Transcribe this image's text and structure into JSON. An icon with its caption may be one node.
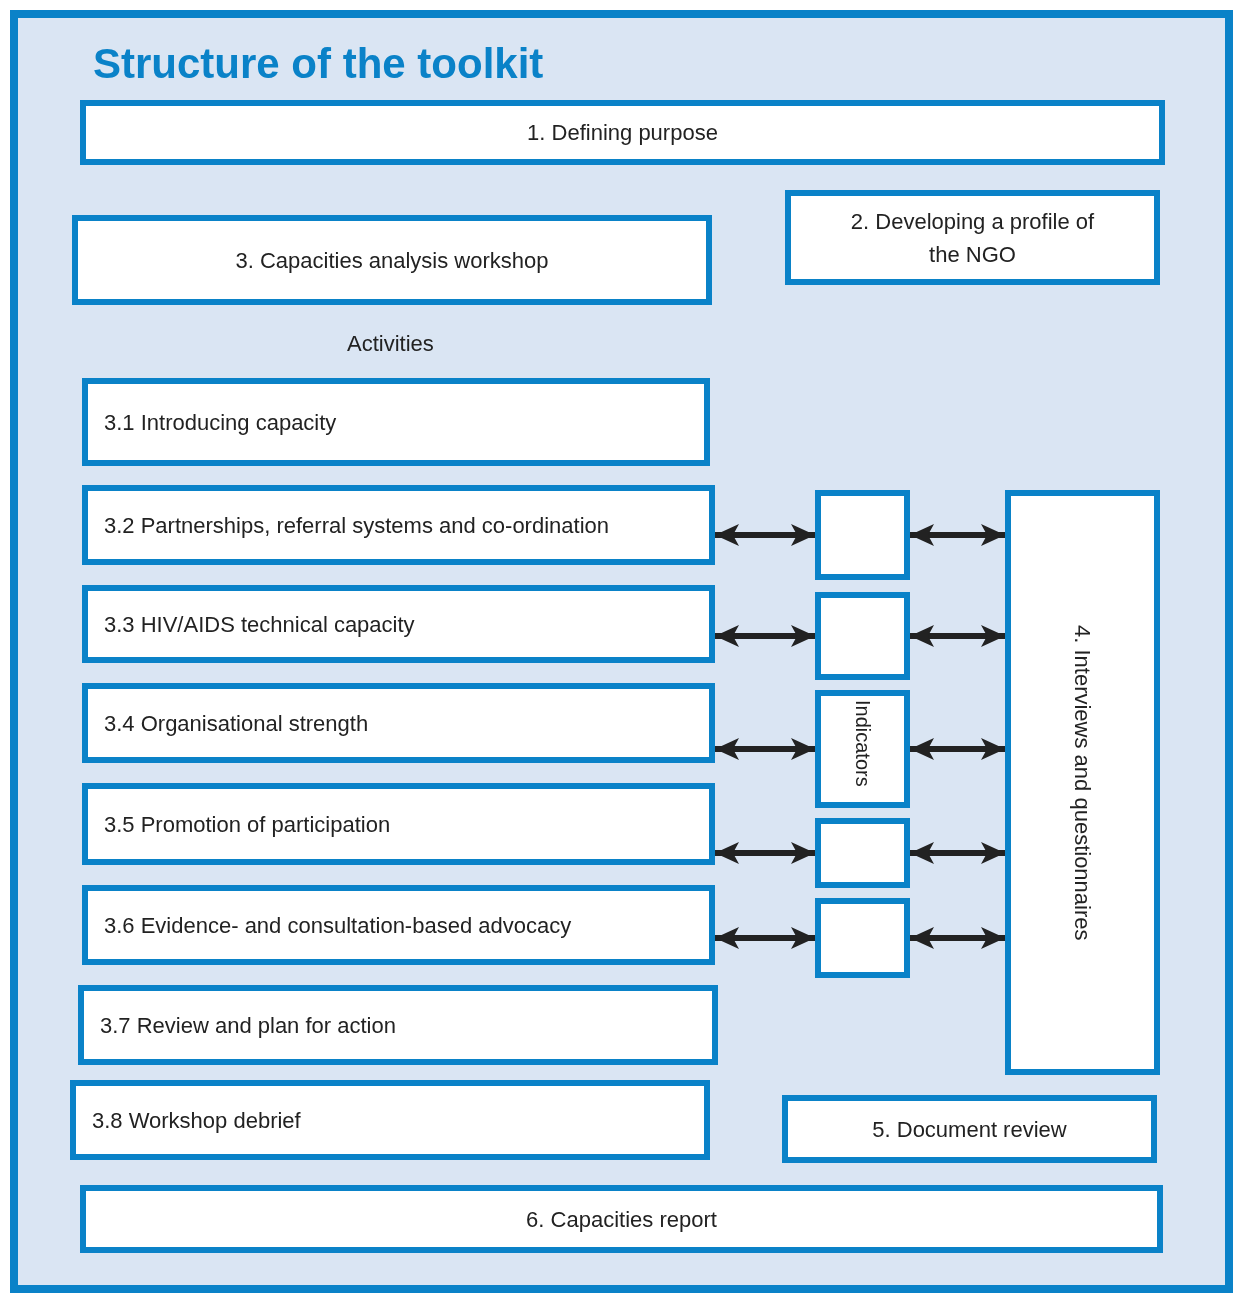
{
  "diagram": {
    "title": "Structure of the toolkit",
    "nodes": [
      {
        "text": [
          "1. Defining purpose"
        ]
      },
      {
        "text": [
          "2. Developing a profile of the NGO"
        ]
      },
      {
        "text": [
          "3. Capacities analysis workshop"
        ]
      },
      {
        "text": [
          "3.1 Introducing capacity"
        ]
      },
      {
        "text": [
          "3.2 Partnerships, referral systems and co-ordination"
        ]
      },
      {
        "text": [
          "3.3 HIV/AIDS technical capacity"
        ]
      },
      {
        "text": [
          "3.4 Organisational strength"
        ]
      },
      {
        "text": [
          "3.5 Promotion of participation"
        ]
      },
      {
        "text": [
          "3.6 Evidence- and consultation-based advocacy"
        ]
      },
      {
        "text": [
          "3.7 Review and plan for action"
        ]
      },
      {
        "text": [
          "3.8 Workshop debrief"
        ]
      },
      {
        "text": [],
        "shape": "box"
      },
      {
        "text": [],
        "shape": "box"
      },
      {
        "text": [],
        "shape": "box"
      },
      {
        "text": [],
        "shape": "box"
      },
      {
        "text": [],
        "shape": "box"
      },
      {
        "text": [
          "4. Interviews and questionnaires"
        ]
      },
      {
        "text": [
          "5. Document review"
        ]
      },
      {
        "text": [
          "6. Capacities report"
        ]
      }
    ],
    "edges": [
      {
        "from": 4,
        "to": 11,
        "arrow": "both"
      },
      {
        "from": 11,
        "to": 16,
        "arrow": "both"
      },
      {
        "from": 5,
        "to": 12,
        "arrow": "both"
      },
      {
        "from": 12,
        "to": 16,
        "arrow": "both"
      },
      {
        "from": 6,
        "to": 13,
        "arrow": "both"
      },
      {
        "from": 13,
        "to": 16,
        "arrow": "both"
      },
      {
        "from": 7,
        "to": 14,
        "arrow": "both"
      },
      {
        "from": 14,
        "to": 16,
        "arrow": "both"
      },
      {
        "from": 8,
        "to": 15,
        "arrow": "both"
      },
      {
        "from": 15,
        "to": 16,
        "arrow": "both"
      }
    ],
    "labels": [
      "Activities",
      "Indicators"
    ]
  }
}
